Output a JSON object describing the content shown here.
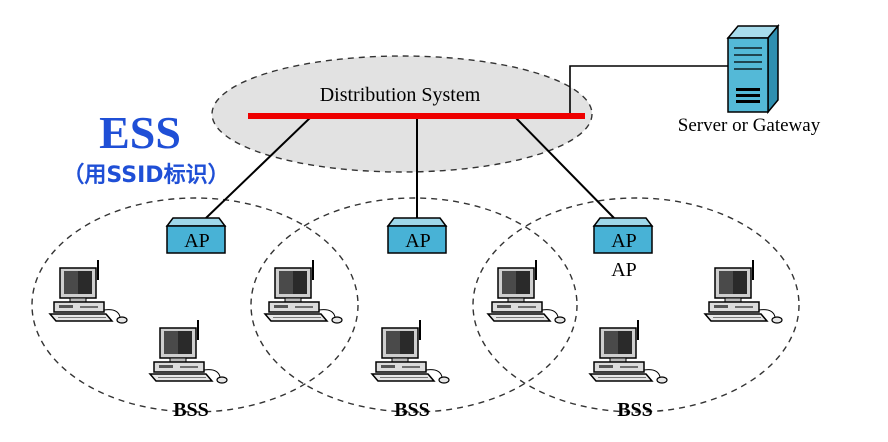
{
  "labels": {
    "ess": "ESS",
    "ess_sub": "（用SSID标识）",
    "distribution_system": "Distribution System",
    "server": "Server or Gateway",
    "ap_left": "AP",
    "ap_middle": "AP",
    "ap_right": "AP",
    "ap_right_caption": "AP",
    "bss_left": "BSS",
    "bss_middle": "BSS",
    "bss_right": "BSS"
  },
  "colors": {
    "ess_blue": "#1f4fd6",
    "ds_fill": "#e2e2e2",
    "ds_backbone": "#ee0000",
    "ap_fill": "#48b2d6",
    "server_fill": "#54b9d7"
  },
  "icons": {
    "server": "server-tower-icon",
    "ap": "access-point-icon",
    "station": "desktop-computer-icon"
  }
}
